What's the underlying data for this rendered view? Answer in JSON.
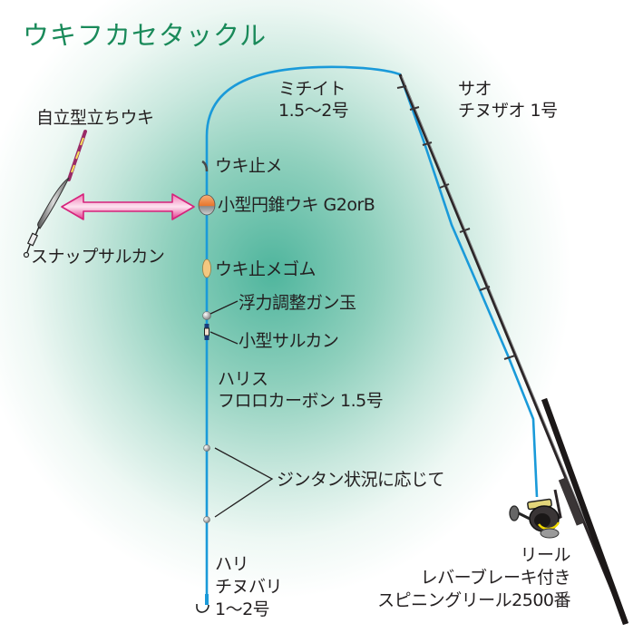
{
  "title": "ウキフカセタックル",
  "colors": {
    "title": "#1a8a5a",
    "line": "#1a9ad9",
    "rod": "#2a2426",
    "arrow": "#e3338a",
    "float_orange": "#e8742a",
    "background_glow": "#4fb59d"
  },
  "labels": {
    "michito": {
      "line1": "ミチイト",
      "line2": "1.5〜2号"
    },
    "sao": {
      "line1": "サオ",
      "line2": "チヌザオ 1号"
    },
    "jiritsu_uki": "自立型立ちウキ",
    "uki_tome": "ウキ止メ",
    "enkei_uki": "小型円錐ウキ G2orB",
    "snap_sarukan": "スナップサルカン",
    "uki_tome_gomu": "ウキ止メゴム",
    "furyoku_gandama": "浮力調整ガン玉",
    "kogata_sarukan": "小型サルカン",
    "harisu": {
      "line1": "ハリス",
      "line2": "フロロカーボン 1.5号"
    },
    "jintan": "ジンタン状況に応じて",
    "hari": {
      "line1": "ハリ",
      "line2": "チヌバリ",
      "line3": "1〜2号"
    },
    "reel": {
      "line1": "リール",
      "line2": "レバーブレーキ付き",
      "line3": "スピニングリール2500番"
    }
  },
  "icons": [
    "uki-tome-knot-icon",
    "conical-float-icon",
    "stick-float-icon",
    "double-arrow-icon",
    "rubber-stopper-icon",
    "split-shot-icon",
    "swivel-icon",
    "hook-icon",
    "spinning-reel-icon",
    "fishing-rod-icon"
  ]
}
